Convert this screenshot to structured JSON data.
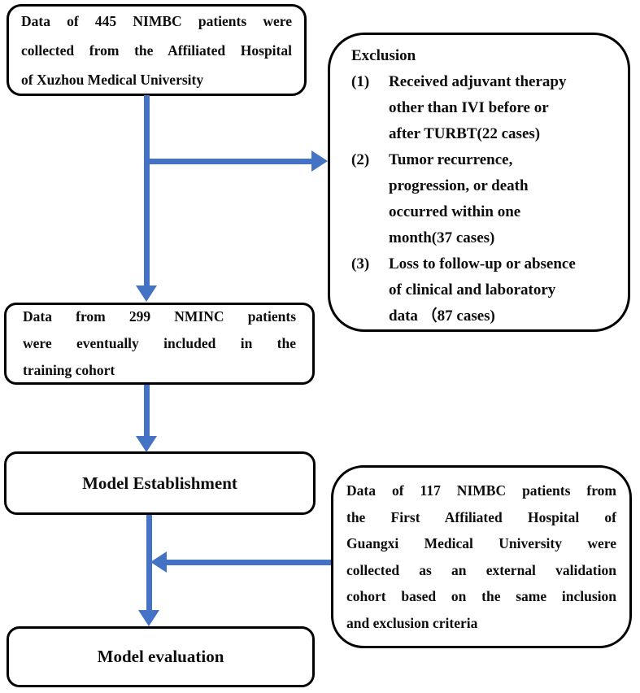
{
  "colors": {
    "arrow": "#4472C4",
    "border": "#000000",
    "background": "#ffffff",
    "text": "#0d0d0d"
  },
  "boxes": {
    "source": {
      "lines": [
        "Data of 445 NIMBC patients were",
        "collected from the Affiliated Hospital",
        "of Xuzhou Medical University"
      ]
    },
    "exclusion": {
      "title": "Exclusion",
      "items": [
        {
          "num": "(1)",
          "lines": [
            "Received adjuvant therapy",
            "other than IVI before or",
            "after TURBT(22 cases)"
          ]
        },
        {
          "num": "(2)",
          "lines": [
            "Tumor recurrence,",
            "progression, or death",
            "occurred within one",
            "month(37 cases)"
          ]
        },
        {
          "num": "(3)",
          "lines": [
            "Loss to follow-up or absence",
            "of clinical and laboratory",
            "data （87 cases)"
          ]
        }
      ]
    },
    "training": {
      "lines": [
        "Data from 299 NMINC patients",
        "were eventually included in the",
        "training cohort"
      ]
    },
    "establishment": {
      "label": "Model Establishment"
    },
    "validation": {
      "lines": [
        "Data of 117 NIMBC patients from",
        "the First Affiliated Hospital of",
        "Guangxi Medical University were",
        "collected as an external validation",
        "cohort based on the same inclusion",
        "and exclusion criteria"
      ]
    },
    "evaluation": {
      "label": "Model evaluation"
    }
  }
}
